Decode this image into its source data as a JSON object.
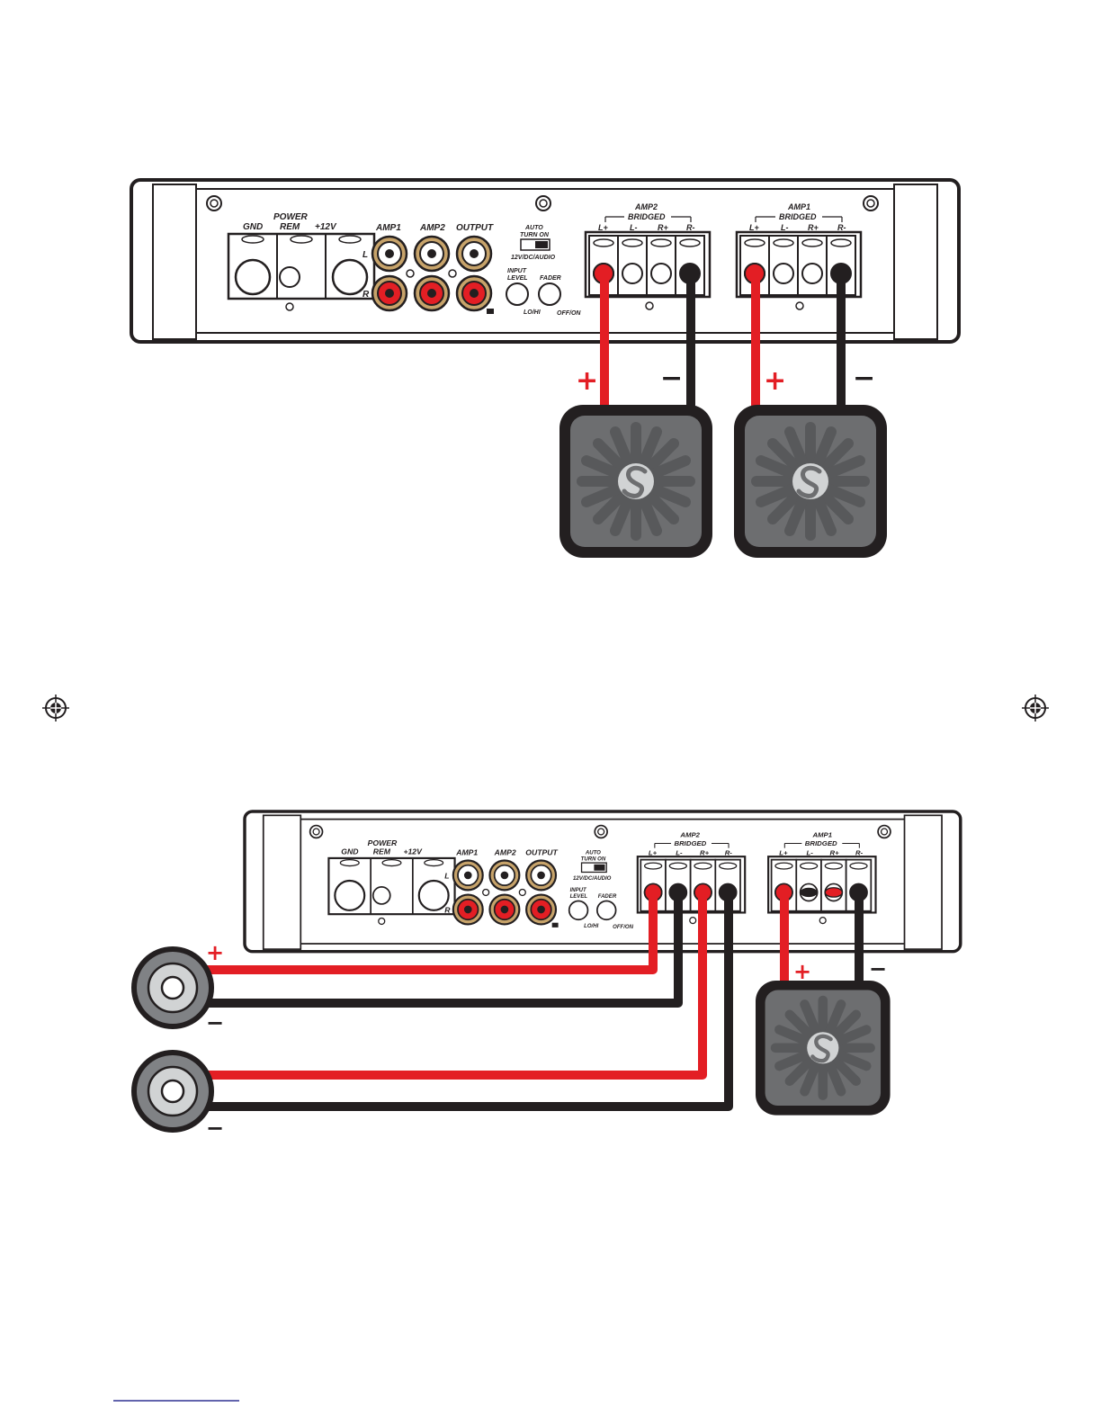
{
  "colors": {
    "positive": "#e31e24",
    "negative": "#231f20",
    "panel": "#ffffff",
    "sub_face": "#6d6e70",
    "sub_frame": "#231f20"
  },
  "amp_labels": {
    "gnd": "GND",
    "power": "POWER",
    "rem": "REM",
    "v12": "+12V",
    "amp1": "AMP1",
    "amp2": "AMP2",
    "output": "OUTPUT",
    "left": "L",
    "right": "R",
    "auto": "AUTO",
    "turn_on": "TURN ON",
    "switch_modes": "12V/DC/AUDIO",
    "input": "INPUT",
    "level": "LEVEL",
    "lo_hi": "LO/HI",
    "fader": "FADER",
    "off_on": "OFF/ON",
    "amp2_group": "AMP2",
    "amp1_group": "AMP1",
    "bridged": "BRIDGED",
    "terminals": [
      "L+",
      "L-",
      "R+",
      "R-"
    ]
  },
  "wire_signs": {
    "plus": "+",
    "minus": "−"
  },
  "icons": {
    "registration_mark": "registration-mark-icon",
    "subwoofer_logo": "s-logo-icon"
  }
}
